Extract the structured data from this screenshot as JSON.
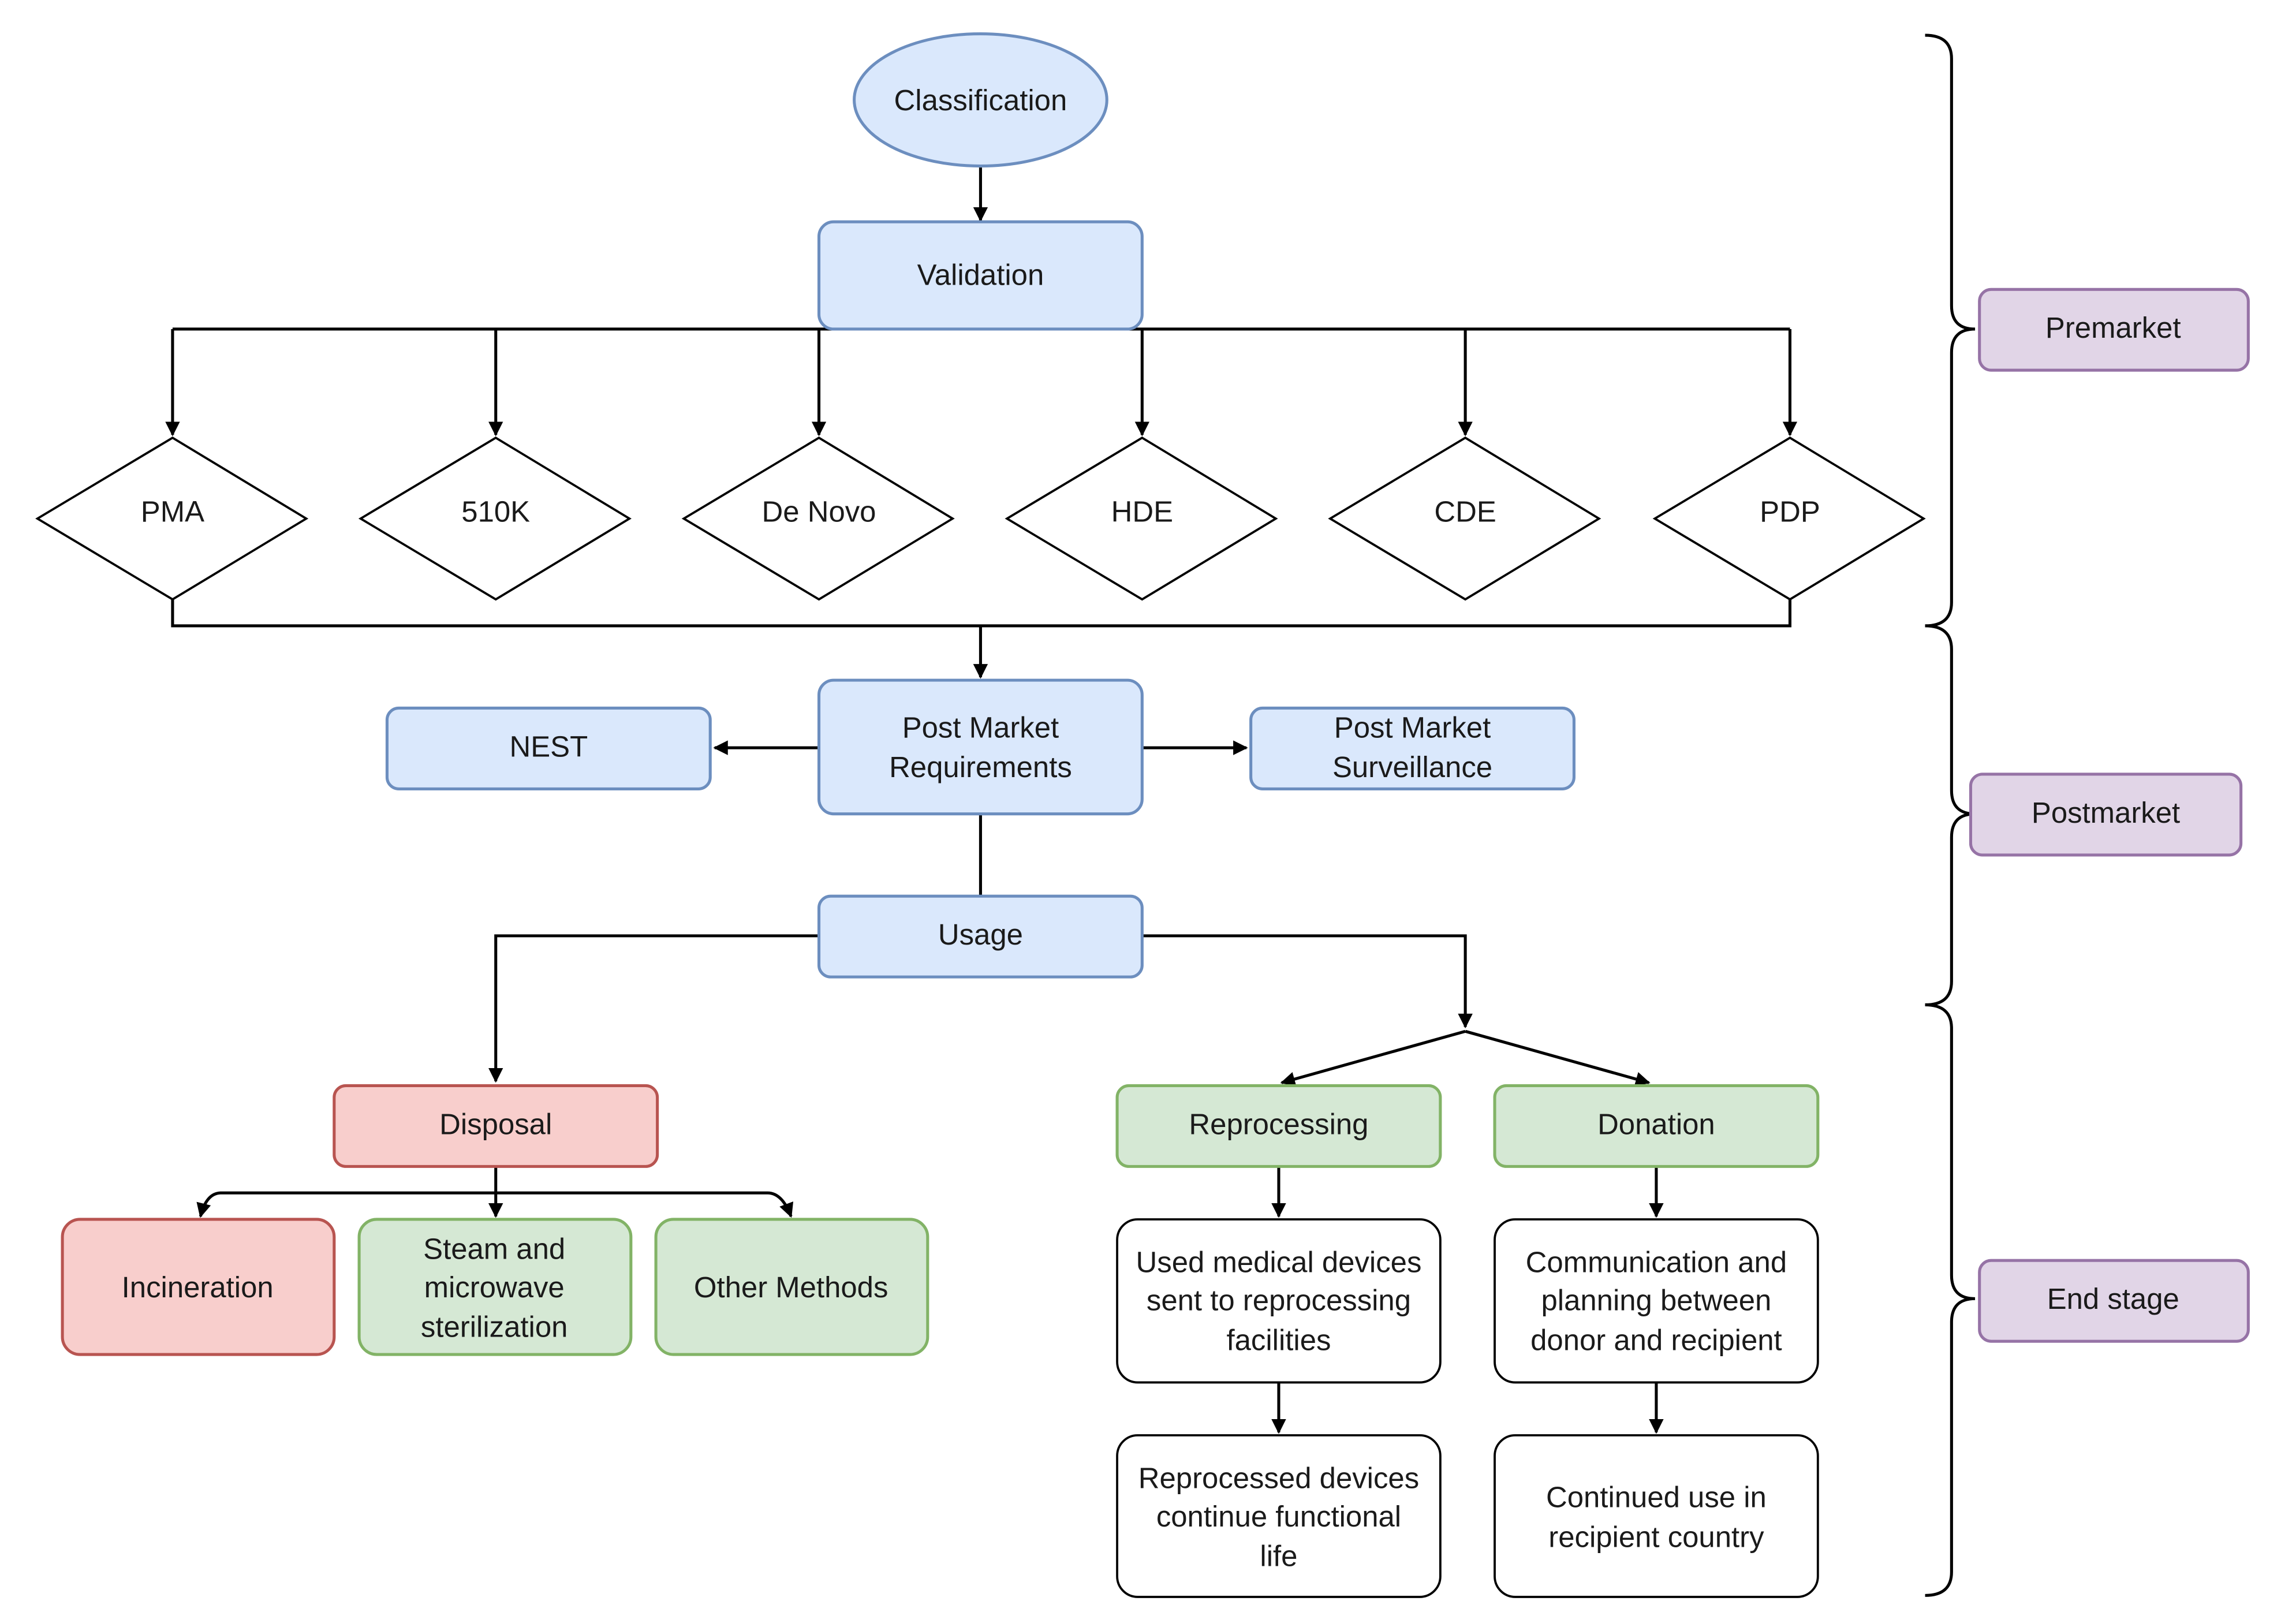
{
  "colors": {
    "blue_fill": "#dae8fc",
    "blue_stroke": "#6c8ebf",
    "red_fill": "#f8cecc",
    "red_stroke": "#b85450",
    "green_fill": "#d5e8d4",
    "green_stroke": "#82b366",
    "purple_fill": "#e1d5e7",
    "purple_stroke": "#9673a6",
    "white_fill": "#ffffff",
    "black_stroke": "#000000"
  },
  "nodes": {
    "classification": "Classification",
    "validation": "Validation",
    "pma": "PMA",
    "k510": "510K",
    "denovo": "De Novo",
    "hde": "HDE",
    "cde": "CDE",
    "pdp": "PDP",
    "nest": "NEST",
    "pmr": [
      "Post Market",
      "Requirements"
    ],
    "pms": [
      "Post Market",
      "Surveillance"
    ],
    "usage": "Usage",
    "disposal": "Disposal",
    "reprocessing": "Reprocessing",
    "donation": "Donation",
    "incineration": "Incineration",
    "steam": [
      "Steam and",
      "microwave",
      "sterilization"
    ],
    "other": "Other Methods",
    "used_devices": [
      "Used medical devices",
      "sent to reprocessing",
      "facilities"
    ],
    "reprocessed": [
      "Reprocessed devices",
      "continue functional",
      "life"
    ],
    "communication": [
      "Communication and",
      "planning between",
      "donor and recipient"
    ],
    "continued": [
      "Continued use in",
      "recipient country"
    ]
  },
  "stages": {
    "premarket": "Premarket",
    "postmarket": "Postmarket",
    "endstage": "End stage"
  }
}
